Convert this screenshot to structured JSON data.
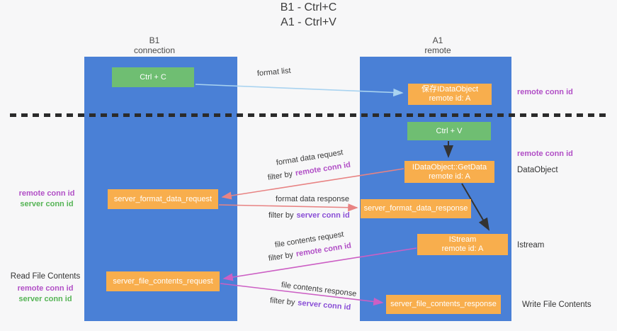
{
  "title": {
    "line1": "B1 - Ctrl+C",
    "line2": "A1 - Ctrl+V"
  },
  "lanes": {
    "b1": {
      "name": "B1",
      "role": "connection"
    },
    "a1": {
      "name": "A1",
      "role": "remote"
    }
  },
  "nodes": {
    "ctrl_c": "Ctrl + C",
    "ctrl_v": "Ctrl + V",
    "save_dataobject": {
      "line1": "保存IDataObject",
      "line2": "remote id: A"
    },
    "getdata": {
      "line1": "IDataObject::GetData",
      "line2": "remote id: A"
    },
    "istream": {
      "line1": "IStream",
      "line2": "remote id: A"
    },
    "format_request": "server_format_data_request",
    "format_response": "server_format_data_response",
    "file_request": "server_file_contents_request",
    "file_response": "server_file_contents_response"
  },
  "flow_labels": {
    "format_list": "format list",
    "format_data_request": "format data request",
    "format_data_response": "format data response",
    "file_contents_request": "file contents request",
    "file_contents_response": "file contents response",
    "filter_by": "filter by",
    "remote_conn_id": "remote conn id",
    "server_conn_id": "server conn id"
  },
  "side_labels": {
    "right_remote_conn_id_top": "remote conn id",
    "right_remote_conn_id_mid": "remote conn id",
    "right_dataobject": "DataObject",
    "right_istream": "Istream",
    "right_write_file_contents": "Write File Contents",
    "left_remote_conn_id_1": "remote conn id",
    "left_server_conn_id_1": "server conn id",
    "left_read_file_contents": "Read File Contents",
    "left_remote_conn_id_2": "remote conn id",
    "left_server_conn_id_2": "server conn id"
  },
  "colors": {
    "lane_blue": "#4a80d6",
    "node_green": "#6fbe72",
    "node_orange": "#f8ae4d",
    "remote_conn_id": "#b14fc6",
    "server_conn_id_violet": "#8a4fd6",
    "server_conn_id_green": "#55b455",
    "arrow_light_blue": "#a9d3f0",
    "arrow_red": "#e88383",
    "arrow_magenta": "#cc5fc4",
    "arrow_black": "#333333"
  }
}
